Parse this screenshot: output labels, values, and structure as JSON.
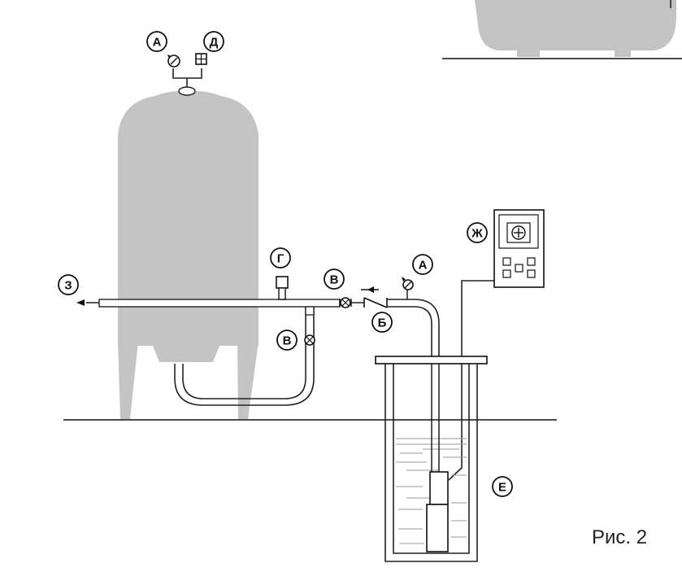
{
  "labels": {
    "a_top": "А",
    "d_top": "Д",
    "g": "Г",
    "v_horizontal": "В",
    "v_vertical": "В",
    "a_right": "А",
    "b": "Б",
    "zh": "Ж",
    "z": "З",
    "e": "Е"
  },
  "caption": "Рис. 2",
  "colors": {
    "tank": "#c4c4c4",
    "line": "#222222",
    "water_lines": "#9a9a9a"
  }
}
